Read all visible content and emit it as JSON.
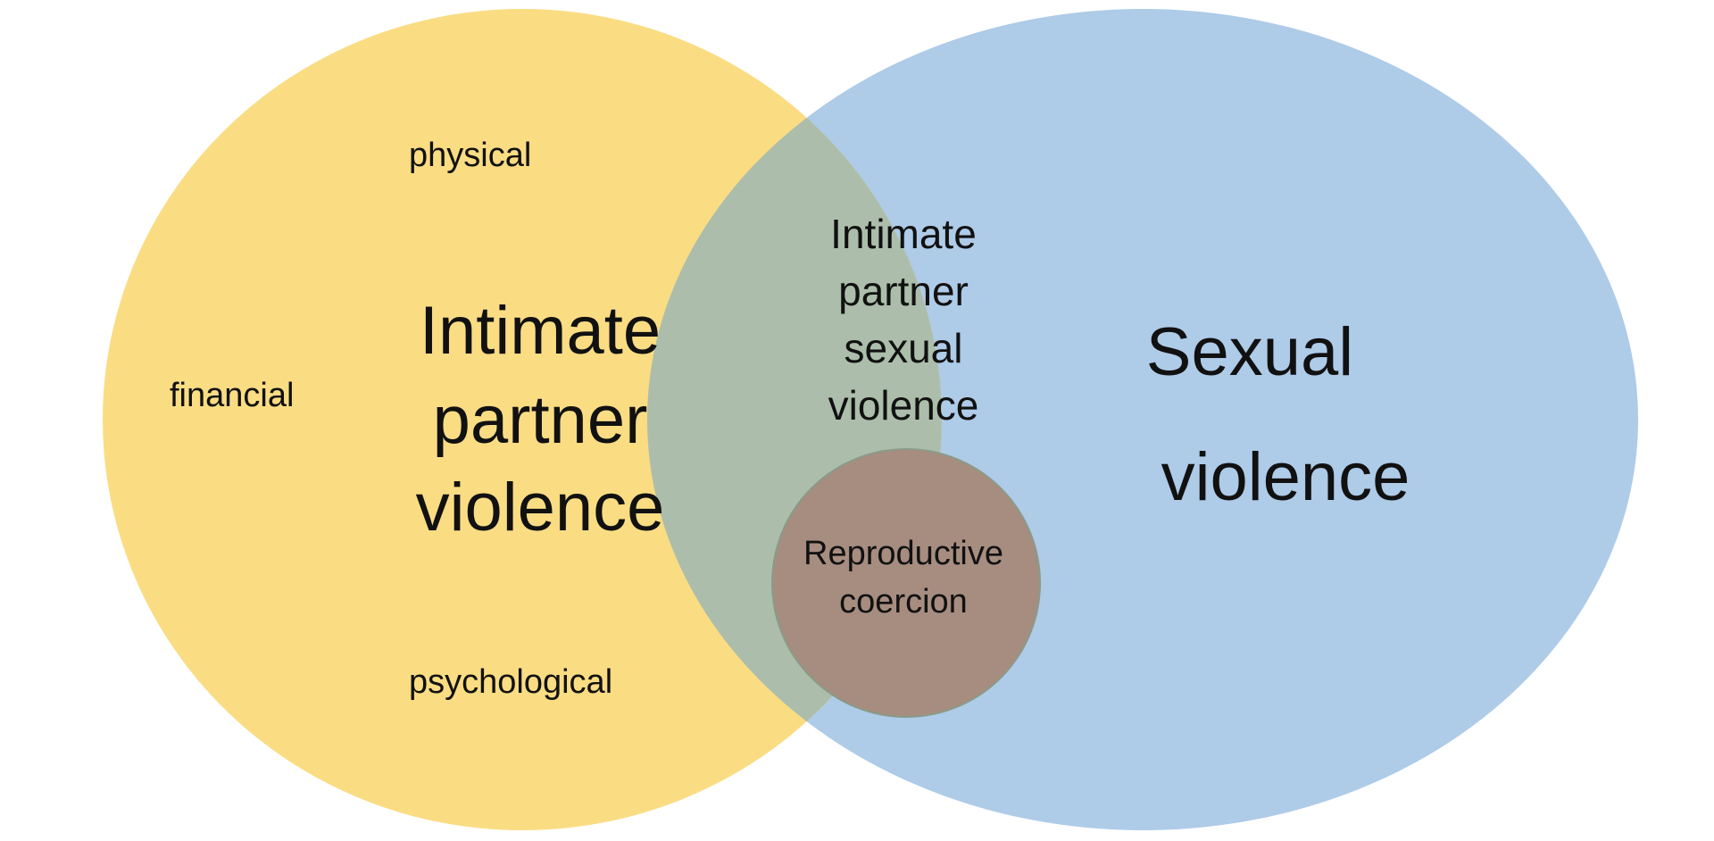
{
  "colors": {
    "ipv_fill": "#fadc83",
    "sv_fill": "#aecbe8",
    "overlap_fill": "#acbeab",
    "coercion_fill": "#a68d80",
    "coercion_stroke": "#8a9a88"
  },
  "ipv": {
    "title_line1": "Intimate",
    "title_line2": "partner",
    "title_line3": "violence",
    "type_physical": "physical",
    "type_financial": "financial",
    "type_psychological": "psychological"
  },
  "sv": {
    "title_line1": "Sexual",
    "title_line2": "violence"
  },
  "overlap": {
    "line1": "Intimate",
    "line2": "partner",
    "line3": "sexual",
    "line4": "violence"
  },
  "coercion": {
    "line1": "Reproductive",
    "line2": "coercion"
  }
}
